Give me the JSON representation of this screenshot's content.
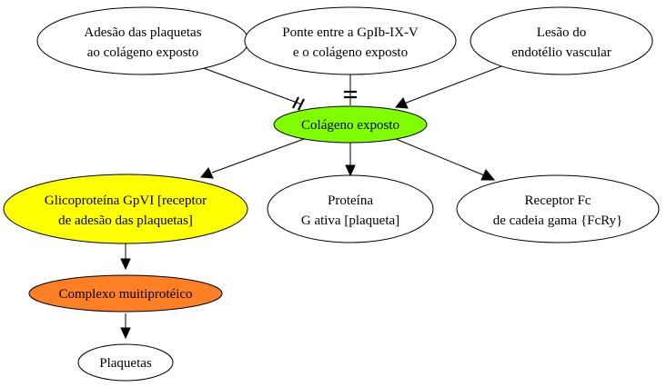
{
  "diagram": {
    "nodes": {
      "adesao": {
        "lines": [
          "Adesão das plaquetas",
          "ao colágeno exposto"
        ],
        "fill": "#ffffff"
      },
      "ponte": {
        "lines": [
          "Ponte entre a GpIb-IX-V",
          "e o colágeno exposto"
        ],
        "fill": "#ffffff"
      },
      "lesao": {
        "lines": [
          "Lesão do",
          "endotélio vascular"
        ],
        "fill": "#ffffff"
      },
      "colageno": {
        "lines": [
          "Colágeno exposto"
        ],
        "fill": "#7fff00"
      },
      "glicoproteina": {
        "lines": [
          "Glicoproteína GpVI [receptor",
          "de adesão das plaquetas]"
        ],
        "fill": "#ffff00"
      },
      "proteina": {
        "lines": [
          "Proteína",
          "G ativa [plaqueta]"
        ],
        "fill": "#ffffff"
      },
      "receptor": {
        "lines": [
          "Receptor Fc",
          "de cadeia gama {FcRy}"
        ],
        "fill": "#ffffff"
      },
      "complexo": {
        "lines": [
          "Complexo muitiprotéico"
        ],
        "fill": "#ff7f24"
      },
      "plaquetas": {
        "lines": [
          "Plaquetas"
        ],
        "fill": "#ffffff"
      }
    },
    "edges": [
      {
        "from": "adesao",
        "to": "colageno",
        "head": "double-slash"
      },
      {
        "from": "ponte",
        "to": "colageno",
        "head": "double-bar"
      },
      {
        "from": "lesao",
        "to": "colageno",
        "head": "arrow"
      },
      {
        "from": "colageno",
        "to": "glicoproteina",
        "head": "arrow"
      },
      {
        "from": "colageno",
        "to": "proteina",
        "head": "arrow"
      },
      {
        "from": "colageno",
        "to": "receptor",
        "head": "arrow"
      },
      {
        "from": "glicoproteina",
        "to": "complexo",
        "head": "arrow"
      },
      {
        "from": "complexo",
        "to": "plaquetas",
        "head": "arrow"
      }
    ]
  }
}
